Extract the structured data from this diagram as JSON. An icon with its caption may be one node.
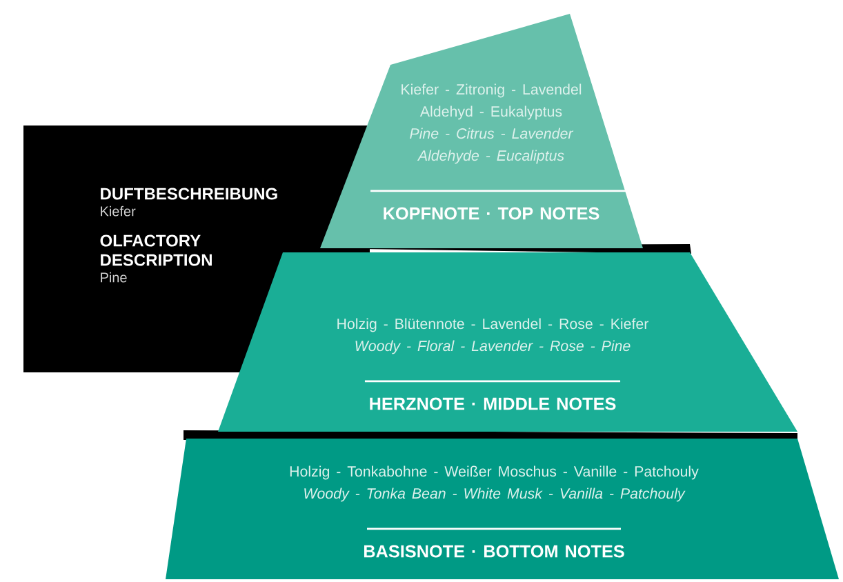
{
  "diagram": {
    "nodes": [
      {
        "text": [
          "DUFTBESCHREIBUNG",
          "Kiefer",
          "OLFACTORY DESCRIPTION",
          "Pine"
        ]
      },
      {
        "text": [
          "Kiefer - Zitronig - Lavendel Aldehyd - Eukalyptus",
          "Pine - Citrus - Lavender Aldehyde - Eucaliptus",
          "KOPFNOTE · TOP NOTES"
        ]
      },
      {
        "text": [
          "Holzig - Blütennote - Lavendel - Rose - Kiefer",
          "Woody - Floral - Lavender - Rose - Pine",
          "HERZNOTE · MIDDLE NOTES"
        ]
      },
      {
        "text": [
          "Holzig - Tonkabohne - Weißer Moschus - Vanille - Patchouly",
          "Woody - Tonka Bean - White Musk - Vanilla - Patchouly",
          "BASISNOTE · BOTTOM NOTES"
        ]
      }
    ]
  }
}
